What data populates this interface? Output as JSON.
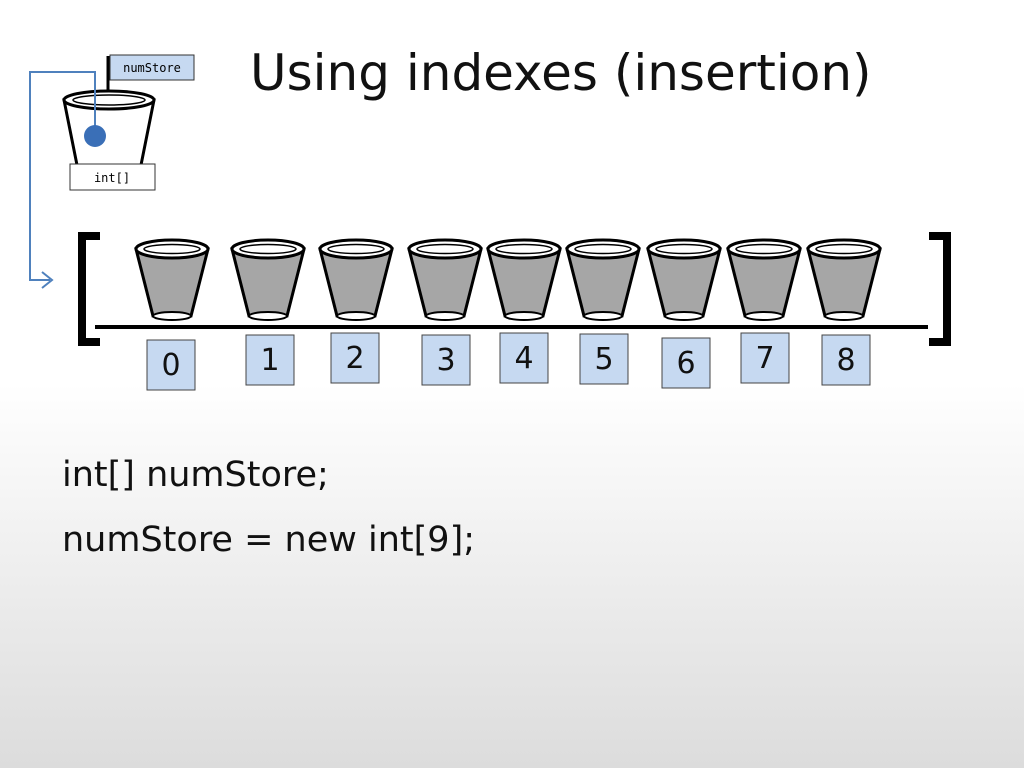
{
  "title": "Using indexes (insertion)",
  "variable": {
    "name_label": "numStore",
    "type_label": "int[]"
  },
  "array": {
    "indices": [
      "0",
      "1",
      "2",
      "3",
      "4",
      "5",
      "6",
      "7",
      "8"
    ]
  },
  "code": [
    "int[] numStore;",
    "numStore = new int[9];"
  ],
  "colors": {
    "index_box_fill": "#c6d9f1",
    "pointer_line": "#4f81bd",
    "pointer_dot": "#3a6fb7",
    "bucket_fill": "#a6a6a6"
  }
}
